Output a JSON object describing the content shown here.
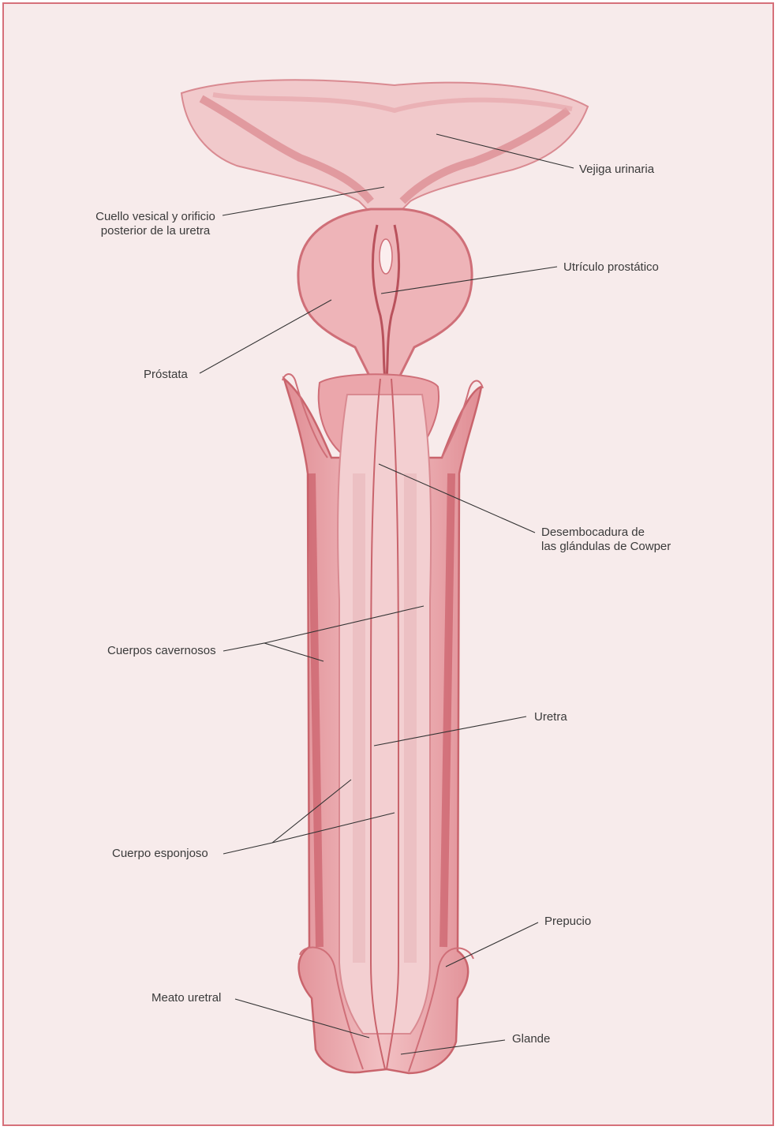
{
  "labels": {
    "vejiga": "Vejiga urinaria",
    "cuello_1": "Cuello vesical y orificio",
    "cuello_2": "posterior de la uretra",
    "utriculo": "Utrículo prostático",
    "prostata": "Próstata",
    "cowper_1": "Desembocadura de",
    "cowper_2": "las glándulas de Cowper",
    "cavernosos": "Cuerpos cavernosos",
    "uretra": "Uretra",
    "esponjoso": "Cuerpo esponjoso",
    "prepucio": "Prepucio",
    "meato": "Meato uretral",
    "glande": "Glande"
  },
  "colors": {
    "frame_border": "#d6707a",
    "background": "#f7ebeb",
    "tissue_light": "#f2c2c4",
    "tissue_mid": "#e59a9f",
    "tissue_dark": "#c9646c",
    "leader_line": "#333333"
  }
}
